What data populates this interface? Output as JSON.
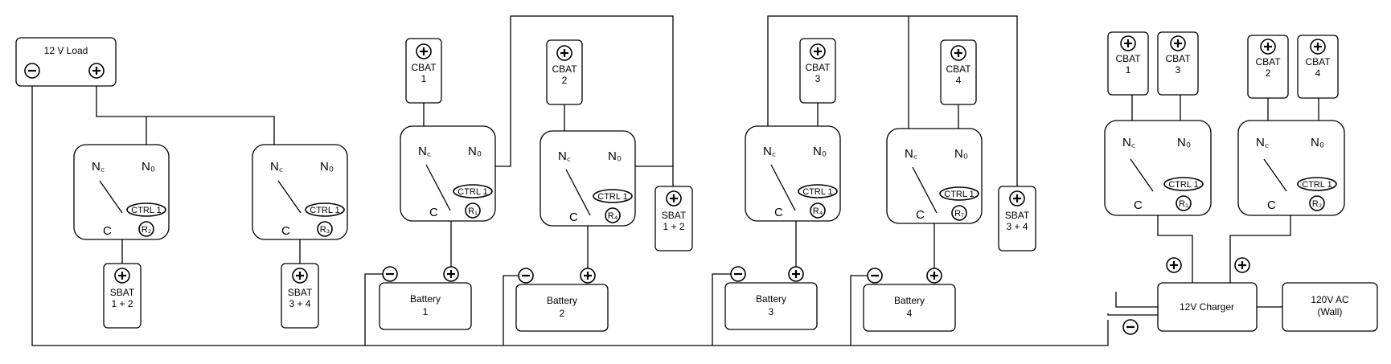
{
  "load": {
    "label": "12 V Load"
  },
  "relay": {
    "nc": "N꜀",
    "no": "N₀",
    "c": "C",
    "ctrl": "CTRL 1"
  },
  "relays": [
    {
      "coil": "R₂"
    },
    {
      "coil": "R₃"
    },
    {
      "coil": "R₁"
    },
    {
      "coil": "R₄"
    },
    {
      "coil": "R₄"
    },
    {
      "coil": "R₇"
    },
    {
      "coil": "R₁"
    },
    {
      "coil": "R₂"
    }
  ],
  "cbat": [
    {
      "label": "CBAT",
      "num": "1"
    },
    {
      "label": "CBAT",
      "num": "2"
    },
    {
      "label": "CBAT",
      "num": "3"
    },
    {
      "label": "CBAT",
      "num": "4"
    },
    {
      "label": "CBAT",
      "num": "1"
    },
    {
      "label": "CBAT",
      "num": "3"
    },
    {
      "label": "CBAT",
      "num": "2"
    },
    {
      "label": "CBAT",
      "num": "4"
    }
  ],
  "sbat": [
    {
      "label": "SBAT",
      "num": "1 + 2"
    },
    {
      "label": "SBAT",
      "num": "3 + 4"
    },
    {
      "label": "SBAT",
      "num": "1 + 2"
    },
    {
      "label": "SBAT",
      "num": "3 + 4"
    }
  ],
  "batteries": [
    {
      "label": "Battery",
      "num": "1"
    },
    {
      "label": "Battery",
      "num": "2"
    },
    {
      "label": "Battery",
      "num": "3"
    },
    {
      "label": "Battery",
      "num": "4"
    }
  ],
  "charger": {
    "label": "12V Charger"
  },
  "ac": {
    "label": "120V AC",
    "sub": "(Wall)"
  }
}
